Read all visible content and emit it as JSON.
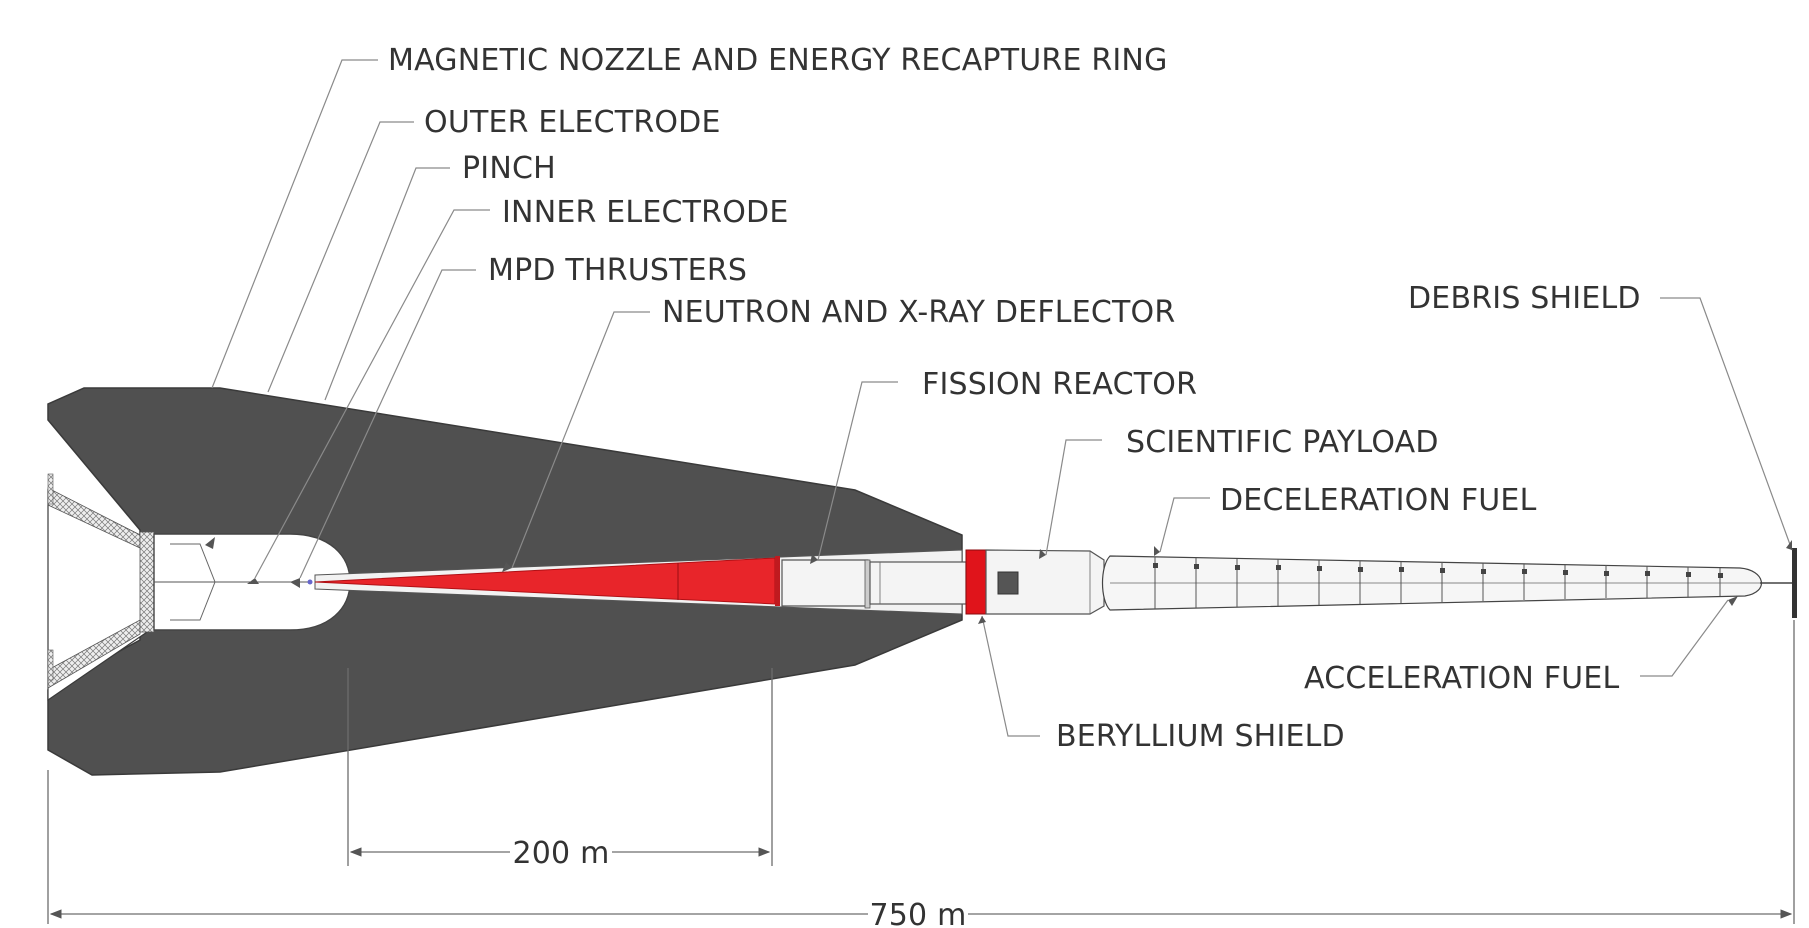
{
  "labels": {
    "magnetic_nozzle": "MAGNETIC NOZZLE AND ENERGY RECAPTURE RING",
    "outer_electrode": "OUTER ELECTRODE",
    "pinch": "PINCH",
    "inner_electrode": "INNER ELECTRODE",
    "mpd_thrusters": "MPD THRUSTERS",
    "neutron_deflector": "NEUTRON AND X-RAY DEFLECTOR",
    "fission_reactor": "FISSION REACTOR",
    "scientific_payload": "SCIENTIFIC PAYLOAD",
    "deceleration_fuel": "DECELERATION FUEL",
    "debris_shield": "DEBRIS SHIELD",
    "acceleration_fuel": "ACCELERATION FUEL",
    "beryllium_shield": "BERYLLIUM SHIELD"
  },
  "dimensions": {
    "short": "200 m",
    "overall": "750 m"
  },
  "colors": {
    "hull": "#505050",
    "deflector": "#e8252a",
    "beryllium": "#e0141b"
  }
}
